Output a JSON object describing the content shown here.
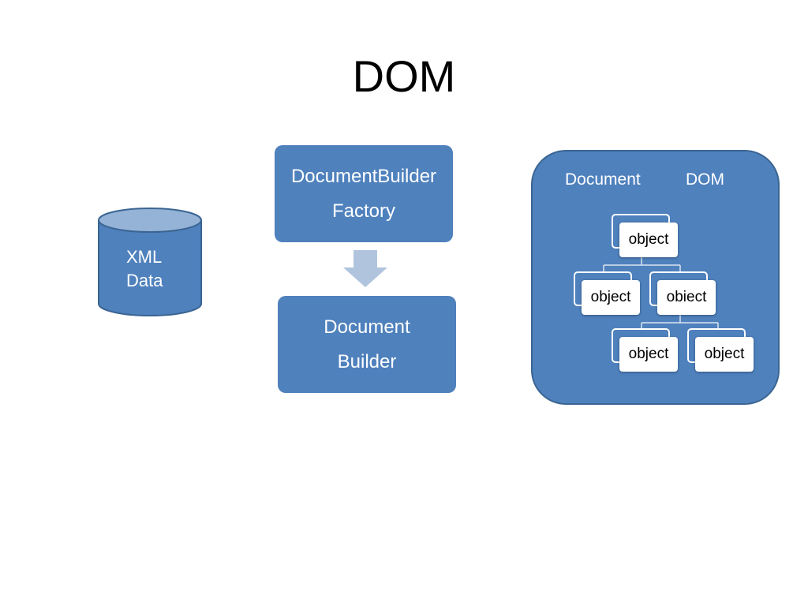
{
  "slide": {
    "title": "DOM"
  },
  "xml_data": {
    "line1": "XML",
    "line2": "Data"
  },
  "factory_box": {
    "line1": "DocumentBuilder",
    "line2": "Factory"
  },
  "builder_box": {
    "line1": "Document",
    "line2": "Builder"
  },
  "dom_panel": {
    "label_left": "Document",
    "label_right": "DOM",
    "objects": [
      "object",
      "object",
      "obiect",
      "object",
      "object"
    ]
  },
  "colors": {
    "shape_fill": "#4f81bd",
    "shape_border": "#3b6592",
    "cylinder_top": "#95b3d7",
    "arrow": "#b0c4de"
  }
}
